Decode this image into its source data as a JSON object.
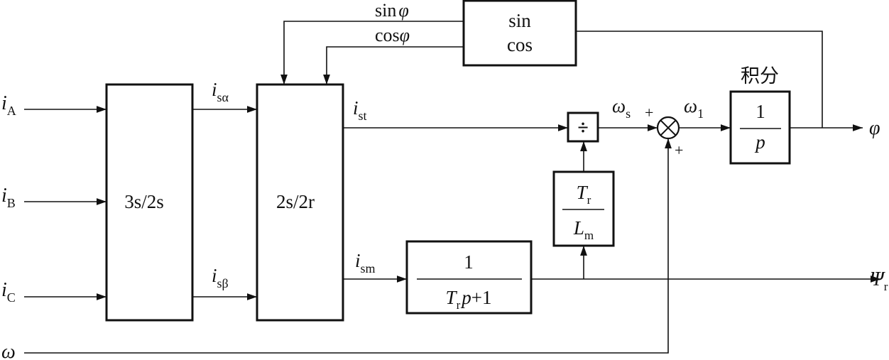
{
  "inputs": {
    "iA": {
      "sym": "i",
      "sub": "A"
    },
    "iB": {
      "sym": "i",
      "sub": "B"
    },
    "iC": {
      "sym": "i",
      "sub": "C"
    },
    "omega": {
      "sym": "ω"
    }
  },
  "blocks": {
    "b3s2s": {
      "label": "3s/2s"
    },
    "b2s2r": {
      "label": "2s/2r"
    },
    "sincos": {
      "line1": "sin",
      "line2": "cos"
    },
    "integrator": {
      "title": "积分",
      "num": "1",
      "den": "p"
    },
    "divider": {
      "symbol": "÷"
    },
    "trlm": {
      "num_sym": "T",
      "num_sub": "r",
      "den_sym": "L",
      "den_sub": "m"
    },
    "filter": {
      "num": "1",
      "den_sym": "T",
      "den_sub": "r",
      "den_p": "p",
      "den_tail": "+1"
    },
    "summer": {
      "sign_left": "+",
      "sign_bottom": "+"
    }
  },
  "signals": {
    "isalpha": {
      "sym": "i",
      "sub": "sα"
    },
    "isbeta": {
      "sym": "i",
      "sub": "sβ"
    },
    "ist": {
      "sym": "i",
      "sub": "st"
    },
    "ism": {
      "sym": "i",
      "sub": "sm"
    },
    "omegas": {
      "sym": "ω",
      "sub": "s"
    },
    "omega1": {
      "sym": "ω",
      "sub": "1"
    },
    "sinphi": {
      "text": "sin",
      "sym": "φ"
    },
    "cosphi": {
      "text": "cos",
      "sym": "φ"
    }
  },
  "outputs": {
    "phi": {
      "sym": "φ"
    },
    "psir": {
      "sym": "Ψ",
      "sub": "r"
    }
  }
}
